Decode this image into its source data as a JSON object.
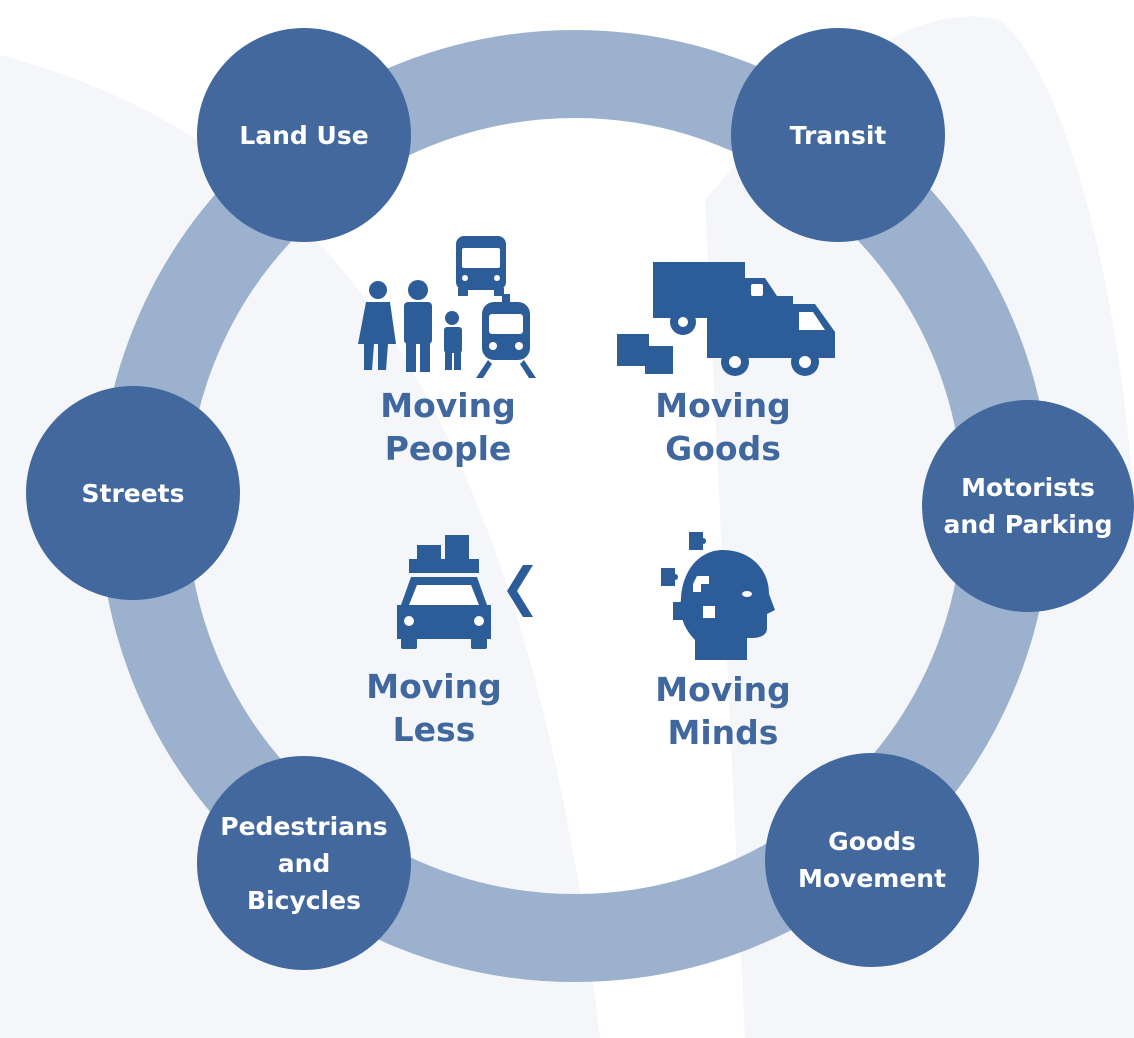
{
  "colors": {
    "ring": "#9bb1cd",
    "node": "#42689e",
    "icon": "#2d5d99",
    "caption": "#41689e",
    "swoosh": "#f4f6fa"
  },
  "nodes": [
    {
      "id": "land-use",
      "label": "Land Use"
    },
    {
      "id": "transit",
      "label": "Transit"
    },
    {
      "id": "streets",
      "label": "Streets"
    },
    {
      "id": "motorists-parking",
      "label": "Motorists\nand Parking"
    },
    {
      "id": "pedestrians-bicycles",
      "label": "Pedestrians\nand\nBicycles"
    },
    {
      "id": "goods-movement",
      "label": "Goods\nMovement"
    }
  ],
  "center": [
    {
      "id": "moving-people",
      "line1": "Moving",
      "line2": "People",
      "icon": "family-bus-train-icon"
    },
    {
      "id": "moving-goods",
      "line1": "Moving",
      "line2": "Goods",
      "icon": "delivery-truck-icon"
    },
    {
      "id": "moving-less",
      "line1": "Moving",
      "line2": "Less",
      "icon": "car-with-luggage-icon"
    },
    {
      "id": "moving-minds",
      "line1": "Moving",
      "line2": "Minds",
      "icon": "head-puzzle-icon"
    }
  ]
}
